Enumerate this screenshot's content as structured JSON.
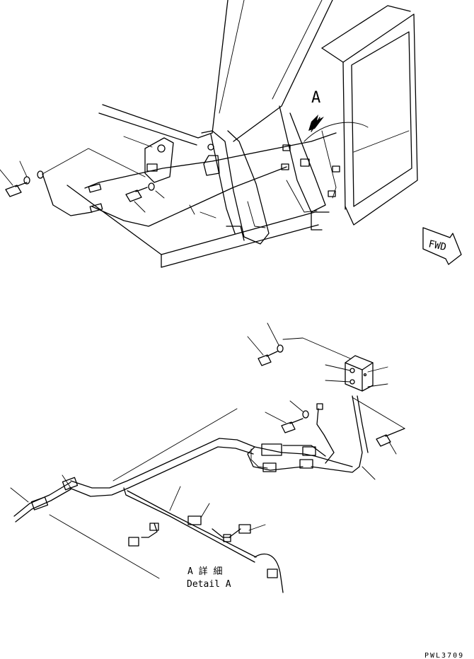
{
  "view_label": "A",
  "direction_label": "FWD",
  "detail_title_jp": "A 詳 細",
  "detail_title_en": "Detail A",
  "drawing_code": "PWL3709"
}
